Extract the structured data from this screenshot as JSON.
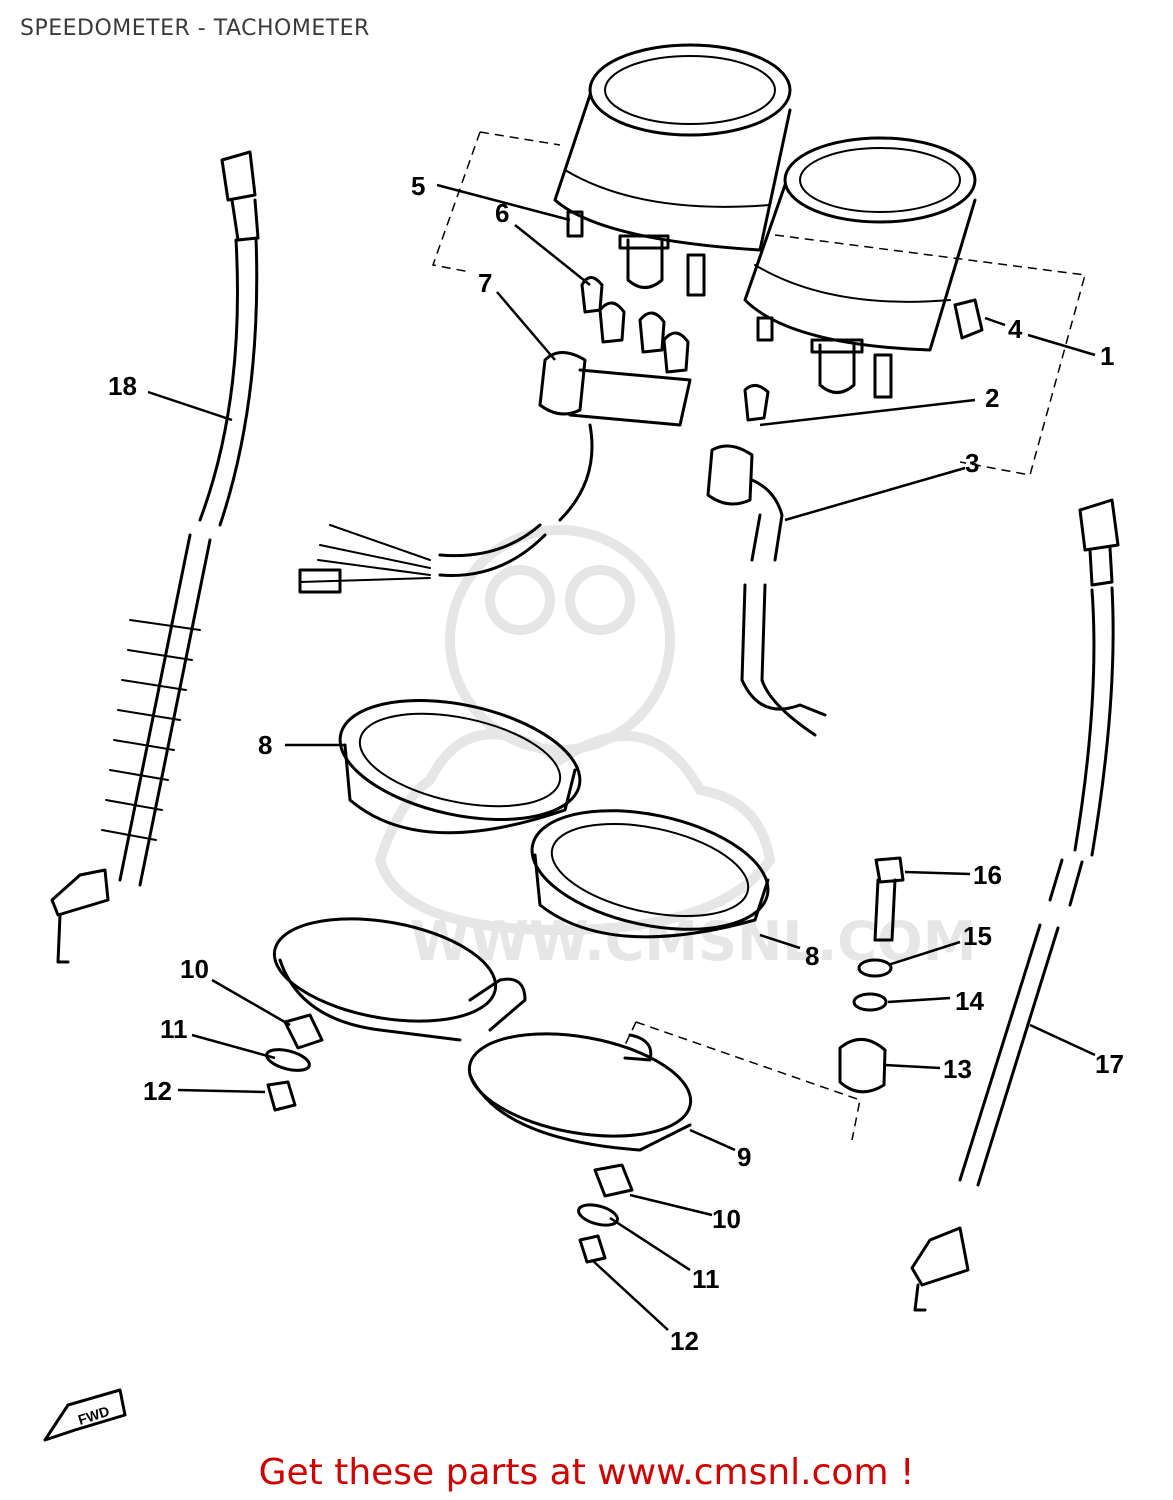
{
  "title": "SPEEDOMETER - TACHOMETER",
  "footer": "Get these parts at www.cmsnl.com !",
  "watermark": {
    "text": "WWW.CMSNL.COM"
  },
  "fwd_label": "FWD",
  "callouts": [
    "1",
    "2",
    "3",
    "4",
    "5",
    "6",
    "7",
    "8",
    "8",
    "9",
    "10",
    "10",
    "11",
    "11",
    "12",
    "12",
    "13",
    "14",
    "15",
    "16",
    "17",
    "18"
  ],
  "colors": {
    "footer": "#d00000",
    "title": "#3a3a3a",
    "line": "#000000"
  }
}
